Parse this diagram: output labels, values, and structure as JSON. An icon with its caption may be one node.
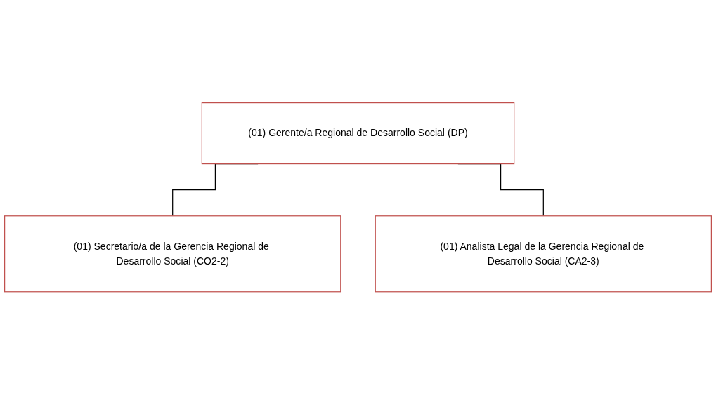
{
  "diagram": {
    "nodes": [
      {
        "text": [
          "(01) Gerente/a Regional de Desarrollo Social (DP)"
        ]
      },
      {
        "text": [
          "(01) Secretario/a de la Gerencia Regional de Desarrollo Social (CO2-2)"
        ]
      },
      {
        "text": [
          "(01) Analista Legal de la Gerencia Regional de Desarrollo Social (CA2-3)"
        ]
      }
    ],
    "edges": [
      {
        "from": 0,
        "to": 1,
        "arrow": "none"
      },
      {
        "from": 0,
        "to": 2,
        "arrow": "none"
      }
    ]
  }
}
